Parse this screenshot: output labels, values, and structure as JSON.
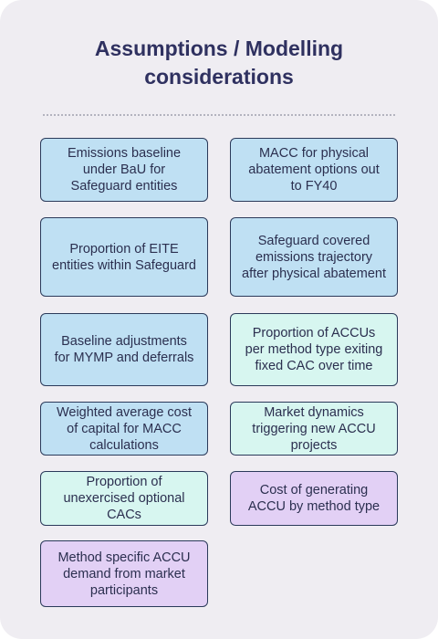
{
  "title": "Assumptions / Modelling considerations",
  "colors": {
    "panel_background": "#efedf2",
    "title_text": "#2f3160",
    "card_border": "#2b3a5a",
    "blue_card": "#bfe0f3",
    "mint_card": "#d7f6f0",
    "lilac_card": "#e2d0f5"
  },
  "cards": [
    {
      "label": "Emissions baseline under BaU for Safeguard entities",
      "color": "blue"
    },
    {
      "label": "MACC for physical abatement options out to FY40",
      "color": "blue"
    },
    {
      "label": "Proportion of EITE entities within Safeguard",
      "color": "blue"
    },
    {
      "label": "Safeguard covered emissions trajectory after physical abatement",
      "color": "blue"
    },
    {
      "label": "Baseline adjustments for MYMP and deferrals",
      "color": "blue"
    },
    {
      "label": "Proportion of ACCUs per method type exiting fixed CAC over time",
      "color": "mint"
    },
    {
      "label": "Weighted average cost of capital for MACC calculations",
      "color": "blue"
    },
    {
      "label": "Market dynamics triggering new ACCU projects",
      "color": "mint"
    },
    {
      "label": "Proportion of unexercised optional CACs",
      "color": "mint"
    },
    {
      "label": "Cost of generating ACCU by method type",
      "color": "lilac"
    },
    {
      "label": "Method specific ACCU demand from market participants",
      "color": "lilac"
    }
  ]
}
